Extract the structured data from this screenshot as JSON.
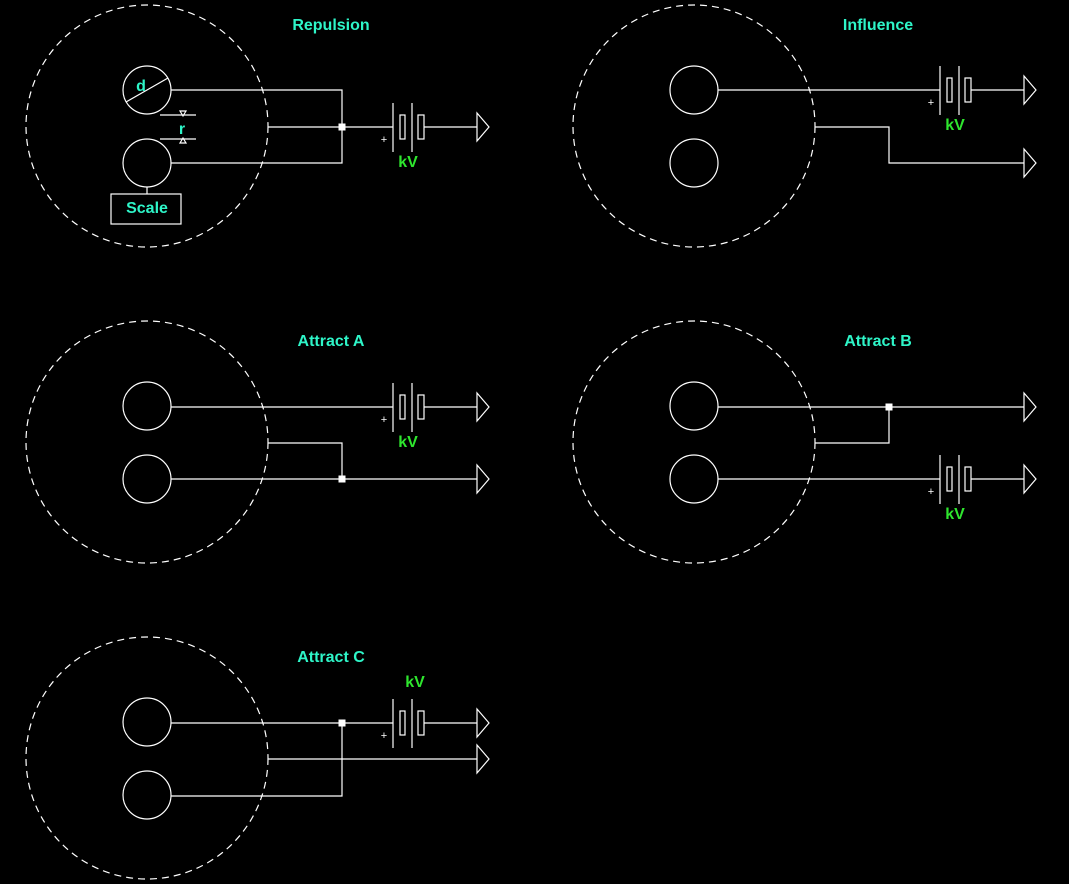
{
  "colors": {
    "title": "#2ef5c8",
    "kv": "#2ee62e",
    "wire": "#ffffff",
    "background": "#000000"
  },
  "labels": {
    "diameter": "d",
    "gap": "r",
    "scale": "Scale",
    "kv": "kV",
    "plus": "+"
  },
  "panels": [
    {
      "id": "repulsion",
      "title": "Repulsion"
    },
    {
      "id": "influence",
      "title": "Influence"
    },
    {
      "id": "attract-a",
      "title": "Attract A"
    },
    {
      "id": "attract-b",
      "title": "Attract B"
    },
    {
      "id": "attract-c",
      "title": "Attract C"
    }
  ]
}
